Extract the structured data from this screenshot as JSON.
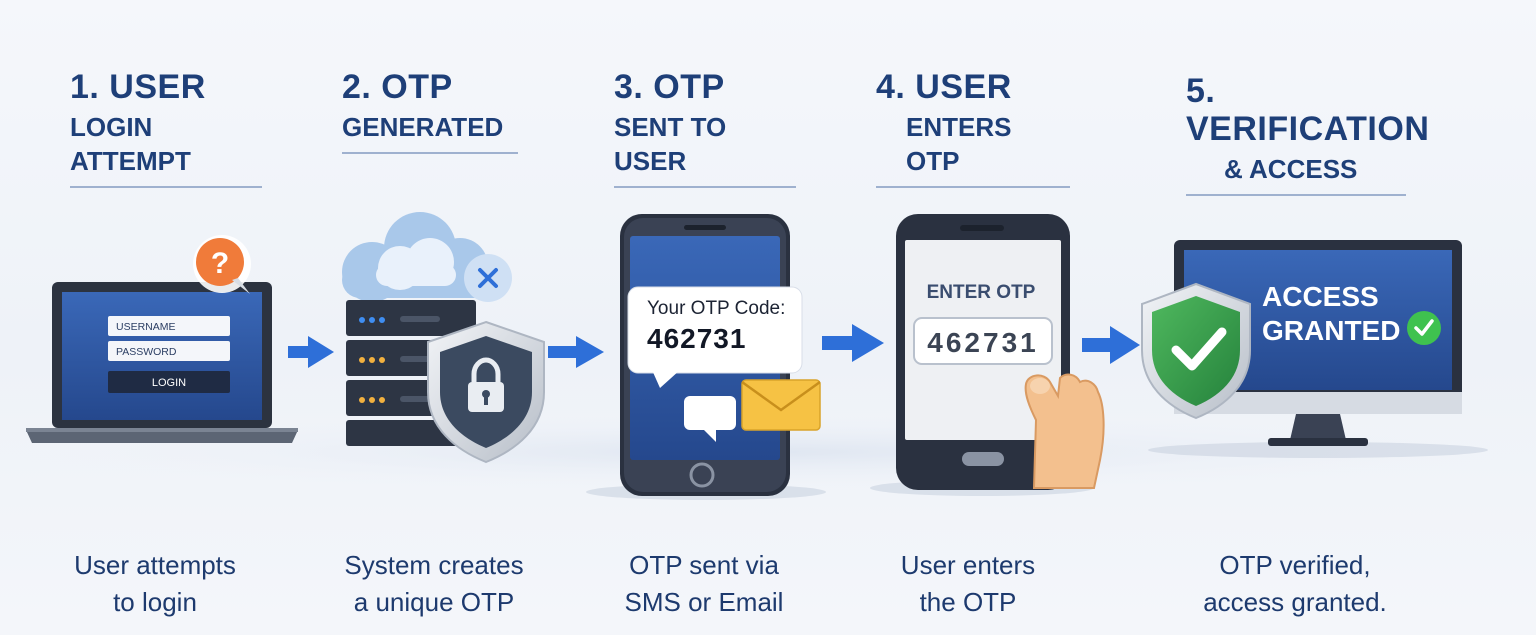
{
  "steps": [
    {
      "number": "1. USER",
      "subtitle": "LOGIN ATTEMPT",
      "caption_line1": "User attempts",
      "caption_line2": "to login"
    },
    {
      "number": "2. OTP",
      "subtitle": "GENERATED",
      "caption_line1": "System creates",
      "caption_line2": "a unique OTP"
    },
    {
      "number": "3. OTP",
      "subtitle": "SENT TO USER",
      "caption_line1": "OTP sent via",
      "caption_line2": "SMS or Email"
    },
    {
      "number": "4. USER",
      "subtitle": "ENTERS OTP",
      "caption_line1": "User enters",
      "caption_line2": "the OTP"
    },
    {
      "number": "5. VERIFICATION",
      "subtitle": "& ACCESS",
      "caption_line1": "OTP verified,",
      "caption_line2": "access granted."
    }
  ],
  "laptop": {
    "username_placeholder": "USERNAME",
    "password_placeholder": "PASSWORD",
    "login_label": "LOGIN",
    "question_mark": "?"
  },
  "sms_phone": {
    "otp_heading": "Your OTP Code:",
    "otp_code": "462731"
  },
  "entry_phone": {
    "prompt": "ENTER OTP",
    "otp_code": "462731"
  },
  "monitor": {
    "access_line1": "ACCESS",
    "access_line2": "GRANTED"
  },
  "icons": {
    "step1": "laptop-login-icon",
    "step2": "cloud-server-shield-icon",
    "step3": "smartphone-sms-icon",
    "step4": "smartphone-hand-icon",
    "step5": "monitor-shield-check-icon",
    "arrow": "arrow-right-icon"
  },
  "colors": {
    "title_blue": "#1e3f78",
    "arrow_blue": "#2e6fd8",
    "screen_blue": "#2f5aa6",
    "shield_green": "#2f9a4a",
    "check_green": "#3fc24f",
    "question_orange": "#f07b3a",
    "envelope_yellow": "#f6c244"
  }
}
